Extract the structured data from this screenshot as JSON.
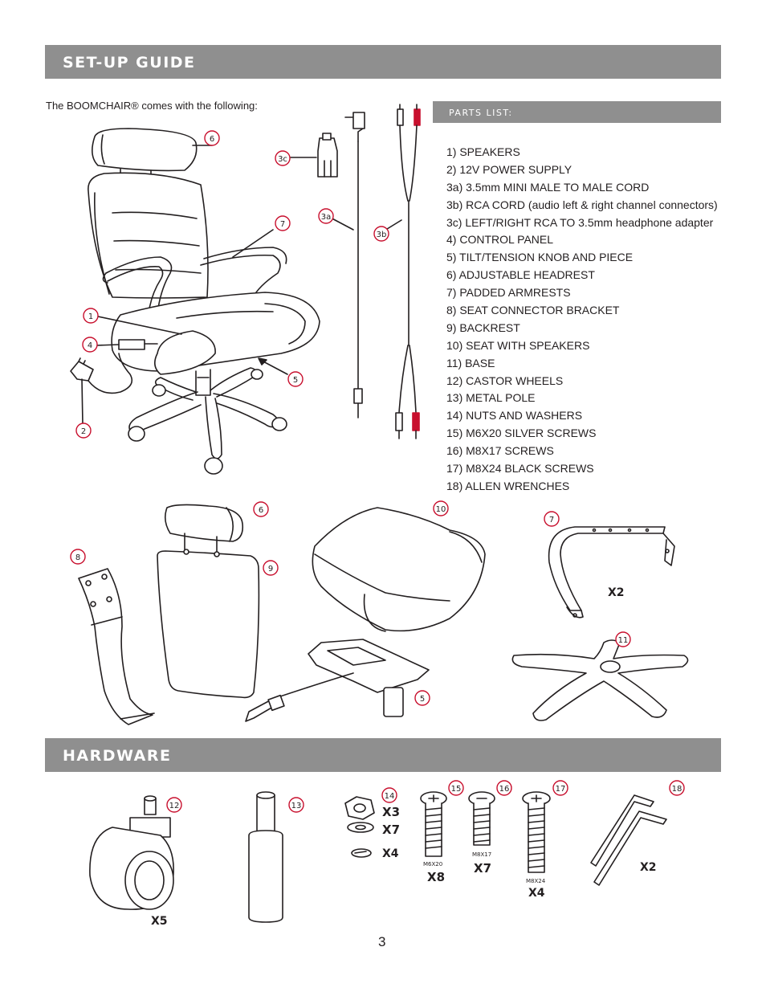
{
  "sections": {
    "setup_title": "SET-UP GUIDE",
    "hardware_title": "HARDWARE"
  },
  "intro_text": "The  BOOMCHAIR® comes with the following:",
  "parts_list": {
    "title": "PARTS LIST:",
    "items": [
      "1)   SPEAKERS",
      "2)   12V POWER SUPPLY",
      "3a)  3.5mm MINI MALE TO MALE CORD",
      "3b)  RCA CORD  (audio left & right channel connectors)",
      "3c)  LEFT/RIGHT RCA TO 3.5mm headphone adapter",
      "4)   CONTROL PANEL",
      "5)   TILT/TENSION KNOB AND PIECE",
      "6)   ADJUSTABLE HEADREST",
      "7)   PADDED ARMRESTS",
      "8)   SEAT CONNECTOR BRACKET",
      "9)   BACKREST",
      "10)  SEAT WITH SPEAKERS",
      "11)  BASE",
      "12)  CASTOR WHEELS",
      "13)  METAL POLE",
      "14)  NUTS AND WASHERS",
      "15)  M6X20 SILVER SCREWS",
      "16)  M8X17 SCREWS",
      "17)  M8X24 BLACK SCREWS",
      "18)  ALLEN WRENCHES"
    ]
  },
  "callouts": {
    "c1": "1",
    "c2": "2",
    "c3a": "3a",
    "c3b": "3b",
    "c3c": "3c",
    "c4": "4",
    "c5": "5",
    "c6": "6",
    "c7": "7",
    "c6b": "6",
    "c9": "9",
    "c8": "8",
    "c10": "10",
    "c7b": "7",
    "c11": "11",
    "c5b": "5",
    "c12": "12",
    "c13": "13",
    "c14": "14",
    "c15": "15",
    "c16": "16",
    "c17": "17",
    "c18": "18"
  },
  "quantities": {
    "armrest": "X2",
    "castor": "X5",
    "nut": "X3",
    "washer_flat": "X7",
    "washer_spring": "X4",
    "m6x20": "X8",
    "m8x17": "X7",
    "m8x24": "X4",
    "wrench": "X2"
  },
  "screw_labels": {
    "m6x20": "M6X20",
    "m8x17": "M8X17",
    "m8x24": "M8X24"
  },
  "page_number": "3",
  "colors": {
    "banner": "#8f8f8f",
    "rca_red": "#c8102e",
    "callout_border": "#c8102e",
    "line_art": "#231f20"
  }
}
